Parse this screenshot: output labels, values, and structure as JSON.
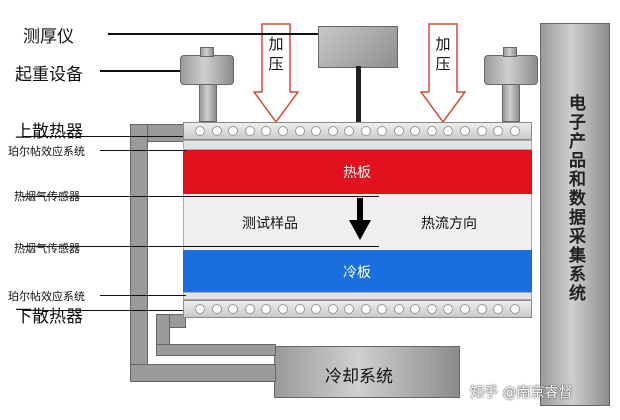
{
  "labels": {
    "thickness_gauge": "测厚仪",
    "lifting_device": "起重设备",
    "upper_heatsink": "上散热器",
    "peltier_top": "珀尔帖效应系统",
    "heat_flow_sensor_top": "热烟气传感器",
    "heat_flow_sensor_bottom": "热烟气传感器",
    "peltier_bottom": "珀尔帖效应系统",
    "lower_heatsink": "下散热器"
  },
  "press_left": "加压",
  "press_right": "加压",
  "hot_plate": "热板",
  "cold_plate": "冷板",
  "sample": "测试样品",
  "heat_flow_direction": "热流方向",
  "cooling_system": "冷却系统",
  "daq_system": "电子产品和数据采集系统",
  "watermark": "知乎 @南京睿督",
  "colors": {
    "hot_plate": "#e0101c",
    "cold_plate": "#1a6fe0",
    "sample_bg": "#efefef",
    "press_arrow_stroke": "#d34c3a",
    "panel_gray": "#9a9a9a"
  }
}
